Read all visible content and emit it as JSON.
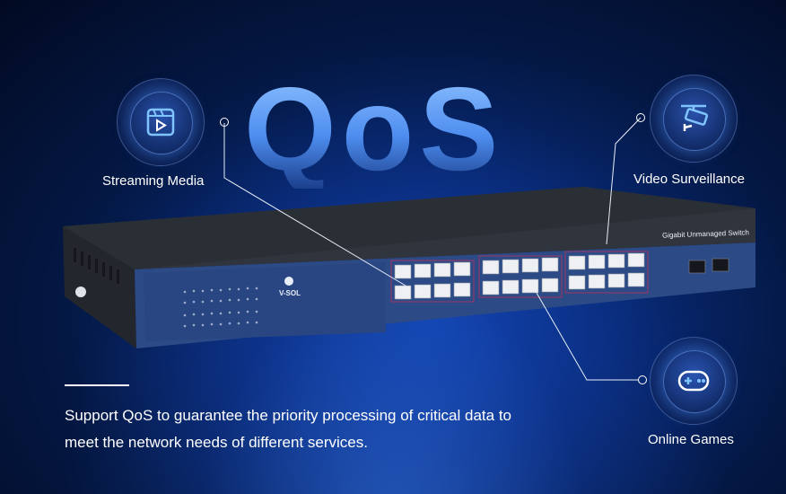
{
  "headline": "QoS",
  "features": {
    "streaming": {
      "label": "Streaming Media",
      "icon": "video-play-icon"
    },
    "surveillance": {
      "label": "Video Surveillance",
      "icon": "security-camera-icon"
    },
    "gaming": {
      "label": "Online Games",
      "icon": "gamepad-icon"
    }
  },
  "device": {
    "brand": "V-SOL",
    "model_label": "Gigabit Unmanaged Switch",
    "panel_color": "#2c4a86",
    "chassis_color": "#2b2f36"
  },
  "description": "Support QoS to guarantee the priority processing of critical data to meet the network needs of different services.",
  "colors": {
    "accent": "#4f8ef0",
    "background": "#041844"
  }
}
